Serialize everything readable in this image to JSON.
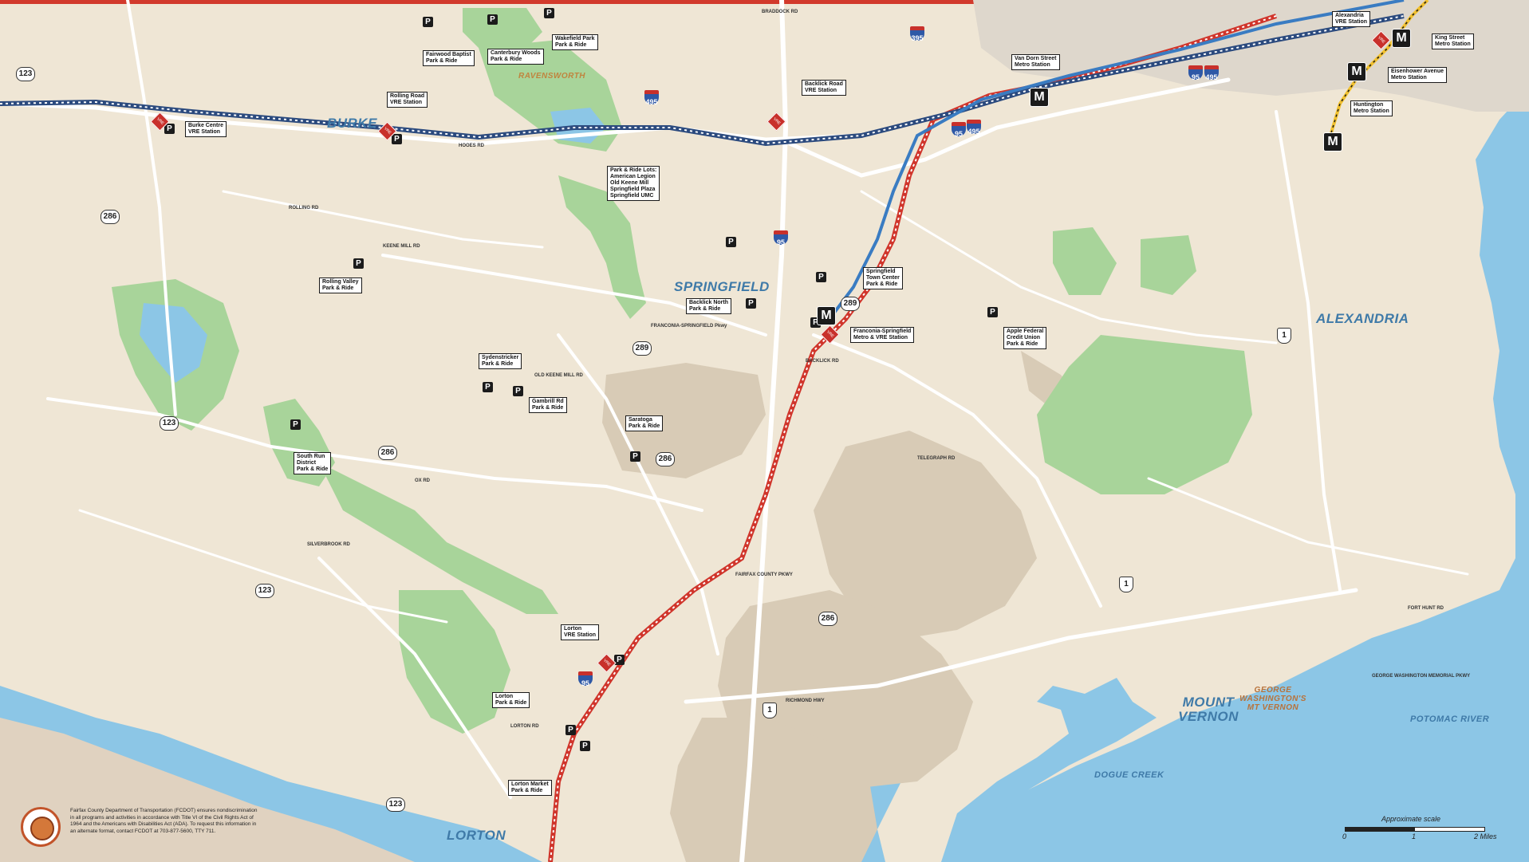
{
  "map": {
    "colors": {
      "land": "#efe6d5",
      "water": "#8cc6e6",
      "park": "#a8d49a",
      "military": "#d8cbb6",
      "road": "#ffffff",
      "vre_line": "#d0352b",
      "metro_blue": "#3a7cc2",
      "metro_yellow": "#f2c12e",
      "accent": "#d23a2c"
    },
    "places": [
      {
        "name": "BURKE"
      },
      {
        "name": "SPRINGFIELD"
      },
      {
        "name": "ALEXANDRIA"
      },
      {
        "name": "MOUNT VERNON"
      },
      {
        "name": "LORTON"
      },
      {
        "name": "RAVENSWORTH"
      },
      {
        "name": "DOGUE CREEK"
      },
      {
        "name": "POTOMAC RIVER"
      },
      {
        "name": "GEORGE WASHINGTON'S MT VERNON"
      }
    ],
    "stations": [
      {
        "label": "Burke Centre\nVRE Station"
      },
      {
        "label": "Rolling Road\nVRE Station"
      },
      {
        "label": "Backlick Road\nVRE Station"
      },
      {
        "label": "Van Dorn Street\nMetro Station"
      },
      {
        "label": "Alexandria\nVRE Station"
      },
      {
        "label": "King Street\nMetro Station"
      },
      {
        "label": "Eisenhower Avenue\nMetro Station"
      },
      {
        "label": "Huntington\nMetro Station"
      },
      {
        "label": "Franconia-Springfield\nMetro & VRE Station"
      },
      {
        "label": "Lorton\nVRE Station"
      },
      {
        "label": "Fairwood Baptist\nPark & Ride"
      },
      {
        "label": "Canterbury Woods\nPark & Ride"
      },
      {
        "label": "Wakefield Park\nPark & Ride"
      },
      {
        "label": "Park & Ride Lots:\nAmerican Legion\nOld Keene Mill\nSpringfield Plaza\nSpringfield UMC"
      },
      {
        "label": "Rolling Valley\nPark & Ride"
      },
      {
        "label": "Backlick North\nPark & Ride"
      },
      {
        "label": "Springfield\nTown Center\nPark & Ride"
      },
      {
        "label": "Apple Federal\nCredit Union\nPark & Ride"
      },
      {
        "label": "Sydenstricker\nPark & Ride"
      },
      {
        "label": "Gambrill Rd\nPark & Ride"
      },
      {
        "label": "Saratoga\nPark & Ride"
      },
      {
        "label": "South Run\nDistrict\nPark & Ride"
      },
      {
        "label": "Lorton\nPark & Ride"
      },
      {
        "label": "Lorton Market\nPark & Ride"
      }
    ],
    "shields": [
      {
        "type": "state",
        "number": "123"
      },
      {
        "type": "state",
        "number": "286"
      },
      {
        "type": "state",
        "number": "123"
      },
      {
        "type": "state",
        "number": "286"
      },
      {
        "type": "state",
        "number": "123"
      },
      {
        "type": "state",
        "number": "123"
      },
      {
        "type": "state",
        "number": "289"
      },
      {
        "type": "state",
        "number": "286"
      },
      {
        "type": "state",
        "number": "289"
      },
      {
        "type": "state",
        "number": "286"
      },
      {
        "type": "interstate",
        "number": "395"
      },
      {
        "type": "interstate",
        "number": "495"
      },
      {
        "type": "interstate",
        "number": "95"
      },
      {
        "type": "interstate",
        "number": "95"
      },
      {
        "type": "interstate",
        "number": "495"
      },
      {
        "type": "interstate",
        "number": "95"
      },
      {
        "type": "interstate",
        "number": "95"
      },
      {
        "type": "interstate",
        "number": "495"
      },
      {
        "type": "us",
        "number": "1"
      },
      {
        "type": "us",
        "number": "1"
      },
      {
        "type": "us",
        "number": "1"
      }
    ],
    "road_labels": [
      {
        "name": "BRADDOCK RD"
      },
      {
        "name": "KEENE MILL RD"
      },
      {
        "name": "BACKLICK RD"
      },
      {
        "name": "FRANCONIA-SPRINGFIELD Pkwy"
      },
      {
        "name": "TELEGRAPH RD"
      },
      {
        "name": "RICHMOND HWY"
      },
      {
        "name": "FAIRFAX COUNTY PKWY"
      },
      {
        "name": "OX RD"
      },
      {
        "name": "SILVERBROOK RD"
      },
      {
        "name": "LORTON RD"
      },
      {
        "name": "FORT HUNT RD"
      },
      {
        "name": "GEORGE WASHINGTON MEMORIAL PKWY"
      },
      {
        "name": "OLD KEENE MILL RD"
      },
      {
        "name": "ROLLING RD"
      },
      {
        "name": "HOOES RD"
      }
    ],
    "metro_symbol": "M",
    "vre_symbol": "VRE",
    "parking_symbol": "P",
    "footer": {
      "text": "Fairfax County Department of Transportation (FCDOT) ensures nondiscrimination in all programs and activities in accordance with Title VI of the Civil Rights Act of 1964 and the Americans with Disabilities Act (ADA). To request this information in an alternate format, contact FCDOT at 703-877-5600, TTY 711."
    },
    "scale": {
      "title": "Approximate scale",
      "ticks": [
        "0",
        "1",
        "2 Miles"
      ]
    }
  }
}
